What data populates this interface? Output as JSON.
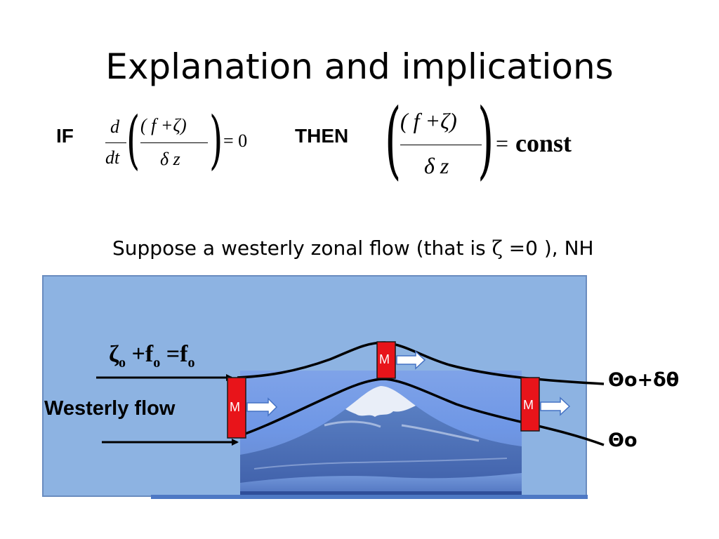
{
  "slide": {
    "title": "Explanation and implications",
    "if_label": "IF",
    "then_label": "THEN",
    "subtitle_before": "Suppose a westerly zonal flow (that is ",
    "subtitle_zeta": "ζ",
    "subtitle_after": " =0 ), NH"
  },
  "equations": {
    "left": {
      "d": "d",
      "dt": "dt",
      "numerator": "( f +ζ)",
      "denominator": "δ z",
      "rhs": "= 0"
    },
    "right": {
      "numerator": "( f +ζ)",
      "denominator": "δ z",
      "rhs_eq": "=",
      "rhs_const": "const"
    }
  },
  "diagram": {
    "vorticity_eq": {
      "zeta": "ζ",
      "sub_o1": "o",
      "plus_f": " +f",
      "sub_o2": "o",
      "eq_f": " =f",
      "sub_o3": "o"
    },
    "westerly_label": "Westerly flow",
    "column_label": "M",
    "upper_isentrope_label": "Θo+δθ",
    "lower_isentrope_label": "Θo",
    "colors": {
      "panel": "#8db3e2",
      "column_fill": "#e8141a",
      "column_text": "#ffffff",
      "arrow_fill": "#4472c4"
    }
  }
}
